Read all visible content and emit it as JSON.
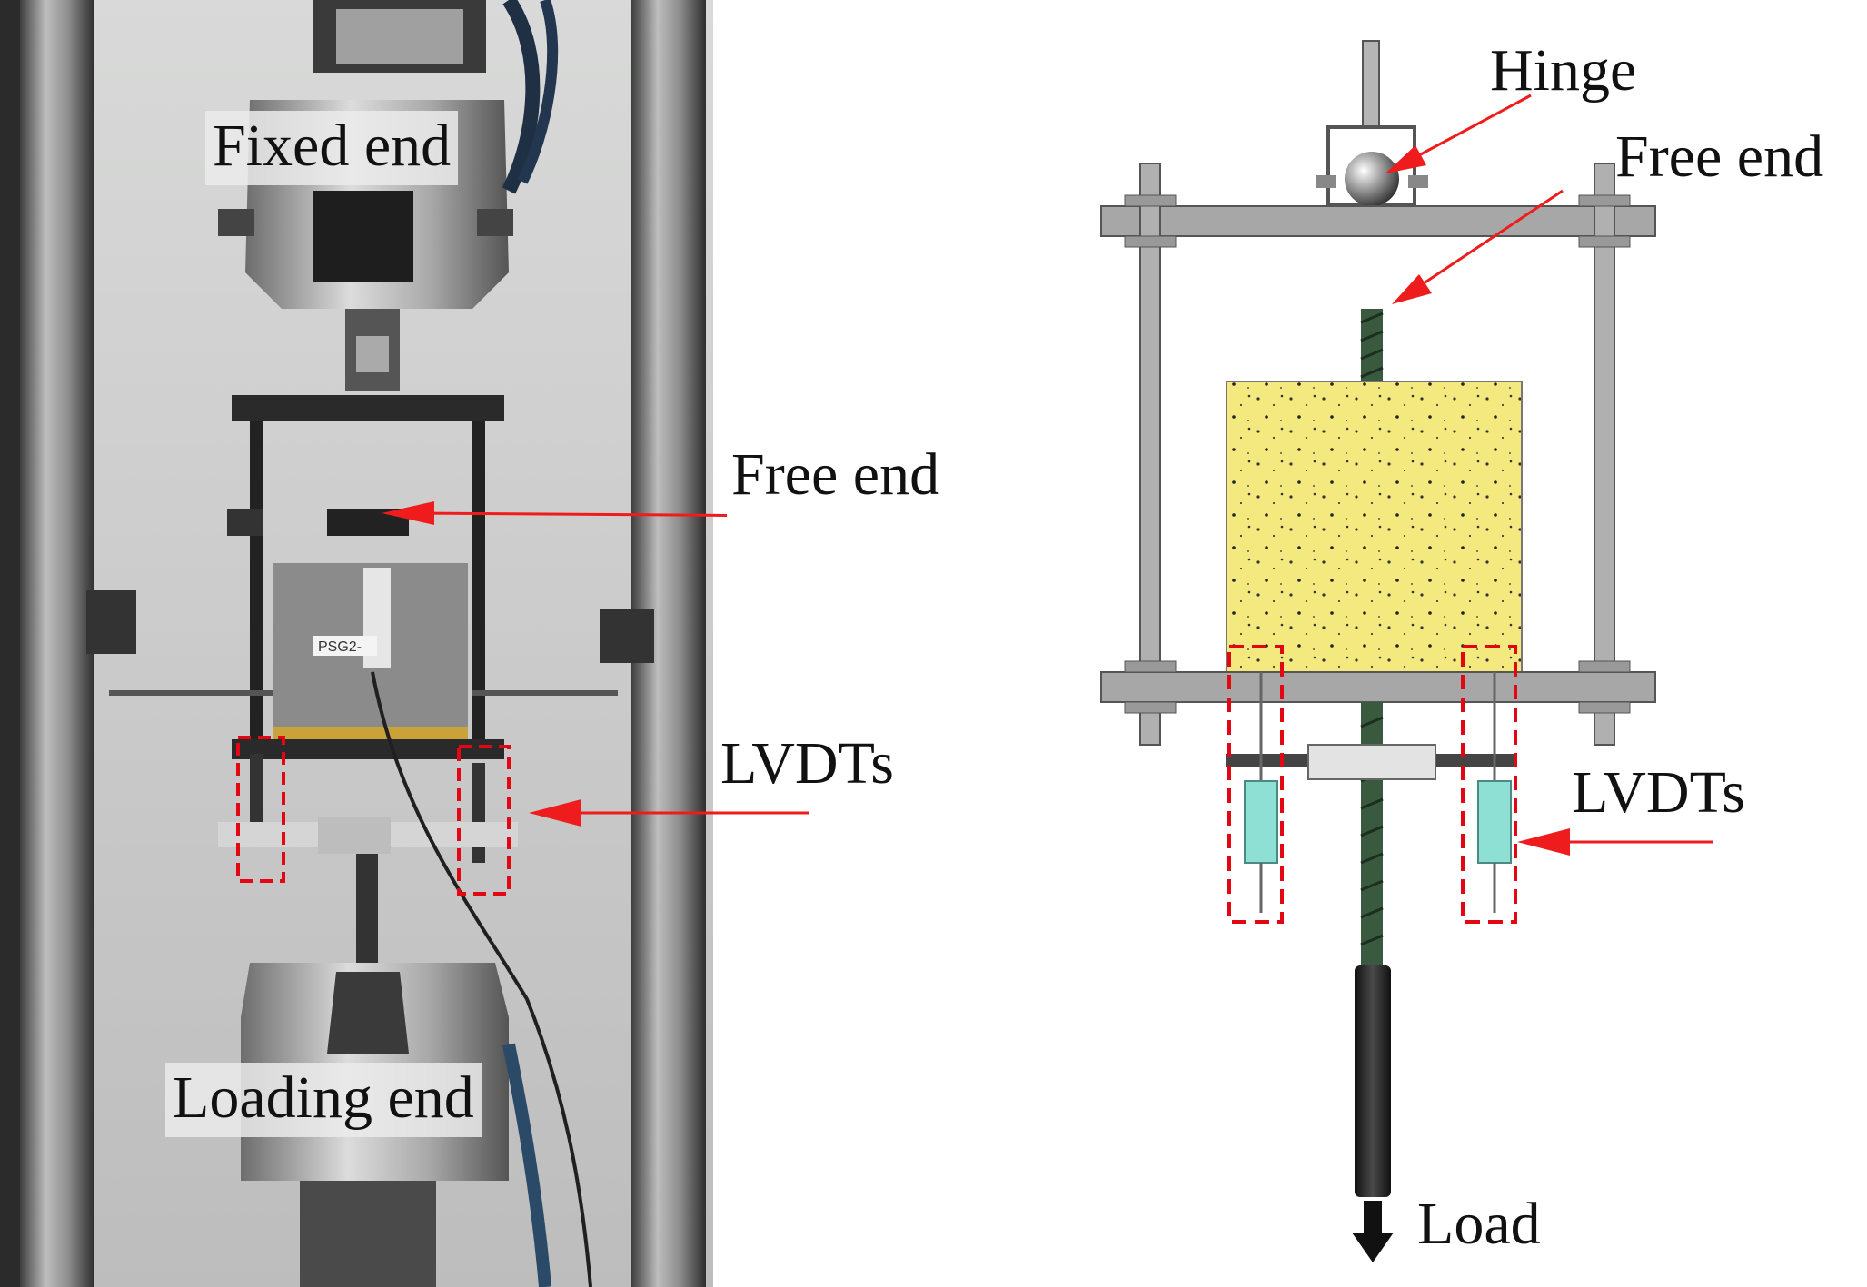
{
  "figure": {
    "photo": {
      "labels": {
        "fixed_end": "Fixed end",
        "free_end": "Free end",
        "lvdts": "LVDTs",
        "loading_end": "Loading end"
      },
      "specimen_tag": "PSG2-"
    },
    "schematic": {
      "labels": {
        "hinge": "Hinge",
        "free_end": "Free end",
        "lvdts": "LVDTs",
        "load": "Load"
      }
    },
    "colors": {
      "arrow": "#ee1c1c",
      "dashed_box": "#e30613",
      "concrete": "#f3e97e",
      "steel_frame": "#a7a7a7",
      "rebar": "#3a5a40",
      "lvdt_body": "#8fe0d4"
    }
  }
}
